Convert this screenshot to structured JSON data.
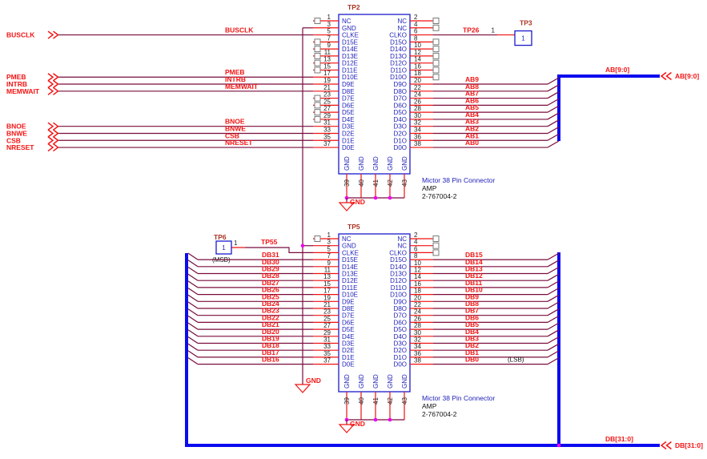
{
  "colors": {
    "wire": "#7a0c3c",
    "pin_stub": "#f01010",
    "bus": "#0b0bee",
    "symbol_outline": "#1a1acc",
    "pin_name": "#2222bb",
    "pin_number": "#222222",
    "net_label": "#f41414",
    "refdes": "#aa3322",
    "junction": "#ee00ee",
    "no_connect": "#7a7a7a"
  },
  "connectors": [
    {
      "refdes": "TP2",
      "description": [
        "Mictor 38 Pin Connector",
        "AMP",
        "2-767004-2"
      ],
      "left_pins": [
        {
          "num": "1",
          "name": "NC",
          "conn": "nc"
        },
        {
          "num": "3",
          "name": "GND",
          "conn": "gnd-line"
        },
        {
          "num": "5",
          "name": "CLKE",
          "conn": "port",
          "net": "BUSCLK"
        },
        {
          "num": "7",
          "name": "D15E",
          "conn": "nc"
        },
        {
          "num": "9",
          "name": "D14E",
          "conn": "nc"
        },
        {
          "num": "11",
          "name": "D13E",
          "conn": "nc"
        },
        {
          "num": "13",
          "name": "D12E",
          "conn": "nc"
        },
        {
          "num": "15",
          "name": "D11E",
          "conn": "nc"
        },
        {
          "num": "17",
          "name": "D10E",
          "conn": "port",
          "net": "PMEB"
        },
        {
          "num": "19",
          "name": "D9E",
          "conn": "port",
          "net": "INTRB"
        },
        {
          "num": "21",
          "name": "D8E",
          "conn": "port",
          "net": "MEMWAIT"
        },
        {
          "num": "23",
          "name": "D7E",
          "conn": "nc"
        },
        {
          "num": "25",
          "name": "D6E",
          "conn": "nc"
        },
        {
          "num": "27",
          "name": "D5E",
          "conn": "nc"
        },
        {
          "num": "29",
          "name": "D4E",
          "conn": "nc"
        },
        {
          "num": "31",
          "name": "D3E",
          "conn": "port",
          "net": "BNOE"
        },
        {
          "num": "33",
          "name": "D2E",
          "conn": "port",
          "net": "BNWE"
        },
        {
          "num": "35",
          "name": "D1E",
          "conn": "port",
          "net": "CSB"
        },
        {
          "num": "37",
          "name": "D0E",
          "conn": "port",
          "net": "NRESET"
        }
      ],
      "right_pins": [
        {
          "num": "2",
          "name": "NC",
          "conn": "nc"
        },
        {
          "num": "4",
          "name": "NC",
          "conn": "nc"
        },
        {
          "num": "6",
          "name": "CLKO",
          "conn": "tp",
          "net": "TP26"
        },
        {
          "num": "8",
          "name": "D15O",
          "conn": "nc"
        },
        {
          "num": "10",
          "name": "D14O",
          "conn": "nc"
        },
        {
          "num": "12",
          "name": "D13O",
          "conn": "nc"
        },
        {
          "num": "14",
          "name": "D12O",
          "conn": "nc"
        },
        {
          "num": "16",
          "name": "D11O",
          "conn": "nc"
        },
        {
          "num": "18",
          "name": "D10O",
          "conn": "nc"
        },
        {
          "num": "20",
          "name": "D9O",
          "conn": "bus",
          "net": "AB9"
        },
        {
          "num": "22",
          "name": "D8O",
          "conn": "bus",
          "net": "AB8"
        },
        {
          "num": "24",
          "name": "D7O",
          "conn": "bus",
          "net": "AB7"
        },
        {
          "num": "26",
          "name": "D6O",
          "conn": "bus",
          "net": "AB6"
        },
        {
          "num": "28",
          "name": "D5O",
          "conn": "bus",
          "net": "AB5"
        },
        {
          "num": "30",
          "name": "D4O",
          "conn": "bus",
          "net": "AB4"
        },
        {
          "num": "32",
          "name": "D3O",
          "conn": "bus",
          "net": "AB3"
        },
        {
          "num": "34",
          "name": "D2O",
          "conn": "bus",
          "net": "AB2"
        },
        {
          "num": "36",
          "name": "D1O",
          "conn": "bus",
          "net": "AB1"
        },
        {
          "num": "38",
          "name": "D0O",
          "conn": "bus",
          "net": "AB0"
        }
      ],
      "gnd_pins": [
        {
          "num": "39",
          "name": "GND"
        },
        {
          "num": "40",
          "name": "GND"
        },
        {
          "num": "41",
          "name": "GND"
        },
        {
          "num": "42",
          "name": "GND"
        },
        {
          "num": "43",
          "name": "GND"
        }
      ]
    },
    {
      "refdes": "TP5",
      "description": [
        "Mictor 38 Pin Connector",
        "AMP",
        "2-767004-2"
      ],
      "left_pins": [
        {
          "num": "1",
          "name": "NC",
          "conn": "nc"
        },
        {
          "num": "3",
          "name": "GND",
          "conn": "gnd-join"
        },
        {
          "num": "5",
          "name": "CLKE",
          "conn": "tp",
          "net": "TP55"
        },
        {
          "num": "7",
          "name": "D15E",
          "conn": "bus",
          "net": "DB31"
        },
        {
          "num": "9",
          "name": "D14E",
          "conn": "bus",
          "net": "DB30"
        },
        {
          "num": "11",
          "name": "D13E",
          "conn": "bus",
          "net": "DB29"
        },
        {
          "num": "13",
          "name": "D12E",
          "conn": "bus",
          "net": "DB28"
        },
        {
          "num": "15",
          "name": "D11E",
          "conn": "bus",
          "net": "DB27"
        },
        {
          "num": "17",
          "name": "D10E",
          "conn": "bus",
          "net": "DB26"
        },
        {
          "num": "19",
          "name": "D9E",
          "conn": "bus",
          "net": "DB25"
        },
        {
          "num": "21",
          "name": "D8E",
          "conn": "bus",
          "net": "DB24"
        },
        {
          "num": "23",
          "name": "D7E",
          "conn": "bus",
          "net": "DB23"
        },
        {
          "num": "25",
          "name": "D6E",
          "conn": "bus",
          "net": "DB22"
        },
        {
          "num": "27",
          "name": "D5E",
          "conn": "bus",
          "net": "DB21"
        },
        {
          "num": "29",
          "name": "D4E",
          "conn": "bus",
          "net": "DB20"
        },
        {
          "num": "31",
          "name": "D3E",
          "conn": "bus",
          "net": "DB19"
        },
        {
          "num": "33",
          "name": "D2E",
          "conn": "bus",
          "net": "DB18"
        },
        {
          "num": "35",
          "name": "D1E",
          "conn": "bus",
          "net": "DB17"
        },
        {
          "num": "37",
          "name": "D0E",
          "conn": "bus",
          "net": "DB16"
        }
      ],
      "right_pins": [
        {
          "num": "2",
          "name": "NC",
          "conn": "nc"
        },
        {
          "num": "4",
          "name": "NC",
          "conn": "nc"
        },
        {
          "num": "6",
          "name": "CLKO",
          "conn": "nc"
        },
        {
          "num": "8",
          "name": "D15O",
          "conn": "bus",
          "net": "DB15"
        },
        {
          "num": "10",
          "name": "D14O",
          "conn": "bus",
          "net": "DB14"
        },
        {
          "num": "12",
          "name": "D13O",
          "conn": "bus",
          "net": "DB13"
        },
        {
          "num": "14",
          "name": "D12O",
          "conn": "bus",
          "net": "DB12"
        },
        {
          "num": "16",
          "name": "D11O",
          "conn": "bus",
          "net": "DB11"
        },
        {
          "num": "18",
          "name": "D10O",
          "conn": "bus",
          "net": "DB10"
        },
        {
          "num": "20",
          "name": "D9O",
          "conn": "bus",
          "net": "DB9"
        },
        {
          "num": "22",
          "name": "D8O",
          "conn": "bus",
          "net": "DB8"
        },
        {
          "num": "24",
          "name": "D7O",
          "conn": "bus",
          "net": "DB7"
        },
        {
          "num": "26",
          "name": "D6O",
          "conn": "bus",
          "net": "DB6"
        },
        {
          "num": "28",
          "name": "D5O",
          "conn": "bus",
          "net": "DB5"
        },
        {
          "num": "30",
          "name": "D4O",
          "conn": "bus",
          "net": "DB4"
        },
        {
          "num": "32",
          "name": "D3O",
          "conn": "bus",
          "net": "DB3"
        },
        {
          "num": "34",
          "name": "D2O",
          "conn": "bus",
          "net": "DB2"
        },
        {
          "num": "36",
          "name": "D1O",
          "conn": "bus",
          "net": "DB1"
        },
        {
          "num": "38",
          "name": "D0O",
          "conn": "bus",
          "net": "DB0"
        }
      ],
      "gnd_pins": [
        {
          "num": "39",
          "name": "GND"
        },
        {
          "num": "40",
          "name": "GND"
        },
        {
          "num": "41",
          "name": "GND"
        },
        {
          "num": "42",
          "name": "GND"
        },
        {
          "num": "43",
          "name": "GND"
        }
      ]
    }
  ],
  "testpoints": [
    {
      "refdes": "TP3",
      "pin": "1"
    },
    {
      "refdes": "TP6",
      "pin": "1"
    }
  ],
  "buses": {
    "ab": {
      "label": "AB[9:0]"
    },
    "db": {
      "label": "DB[31:0]"
    }
  },
  "power": {
    "gnd": "GND"
  },
  "annotations": {
    "msb": "(MSB)",
    "lsb": "(LSB)"
  }
}
